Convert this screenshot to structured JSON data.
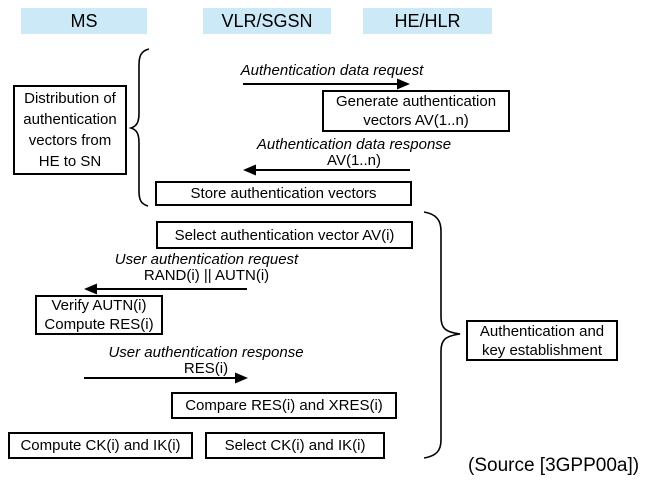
{
  "colors": {
    "header_fill": "#cce9f8",
    "line": "#000000",
    "background": "#ffffff"
  },
  "entities": [
    {
      "label": "MS"
    },
    {
      "label": "VLR/SGSN"
    },
    {
      "label": "HE/HLR"
    }
  ],
  "messages": [
    {
      "title": "Authentication data request",
      "params": ""
    },
    {
      "title": "Authentication data response",
      "params": "AV(1..n)"
    },
    {
      "title": "User authentication request",
      "params": "RAND(i) || AUTN(i)"
    },
    {
      "title": "User authentication response",
      "params": "RES(i)"
    }
  ],
  "process_boxes": [
    {
      "id": "generate-vectors",
      "text": "Generate authentication\nvectors AV(1..n)"
    },
    {
      "id": "store-vectors",
      "text": "Store authentication vectors"
    },
    {
      "id": "select-vector",
      "text": "Select authentication vector AV(i)"
    },
    {
      "id": "verify-compute",
      "text": "Verify AUTN(i)\nCompute RES(i)"
    },
    {
      "id": "compare-res",
      "text": "Compare RES(i) and XRES(i)"
    },
    {
      "id": "compute-keys",
      "text": "Compute CK(i) and IK(i)"
    },
    {
      "id": "select-keys",
      "text": "Select CK(i) and IK(i)"
    }
  ],
  "phases": [
    {
      "text": "Distribution of\nauthentication\nvectors from\nHE to SN"
    },
    {
      "text": "Authentication and\nkey establishment"
    }
  ],
  "source_note": "(Source [3GPP00a])"
}
